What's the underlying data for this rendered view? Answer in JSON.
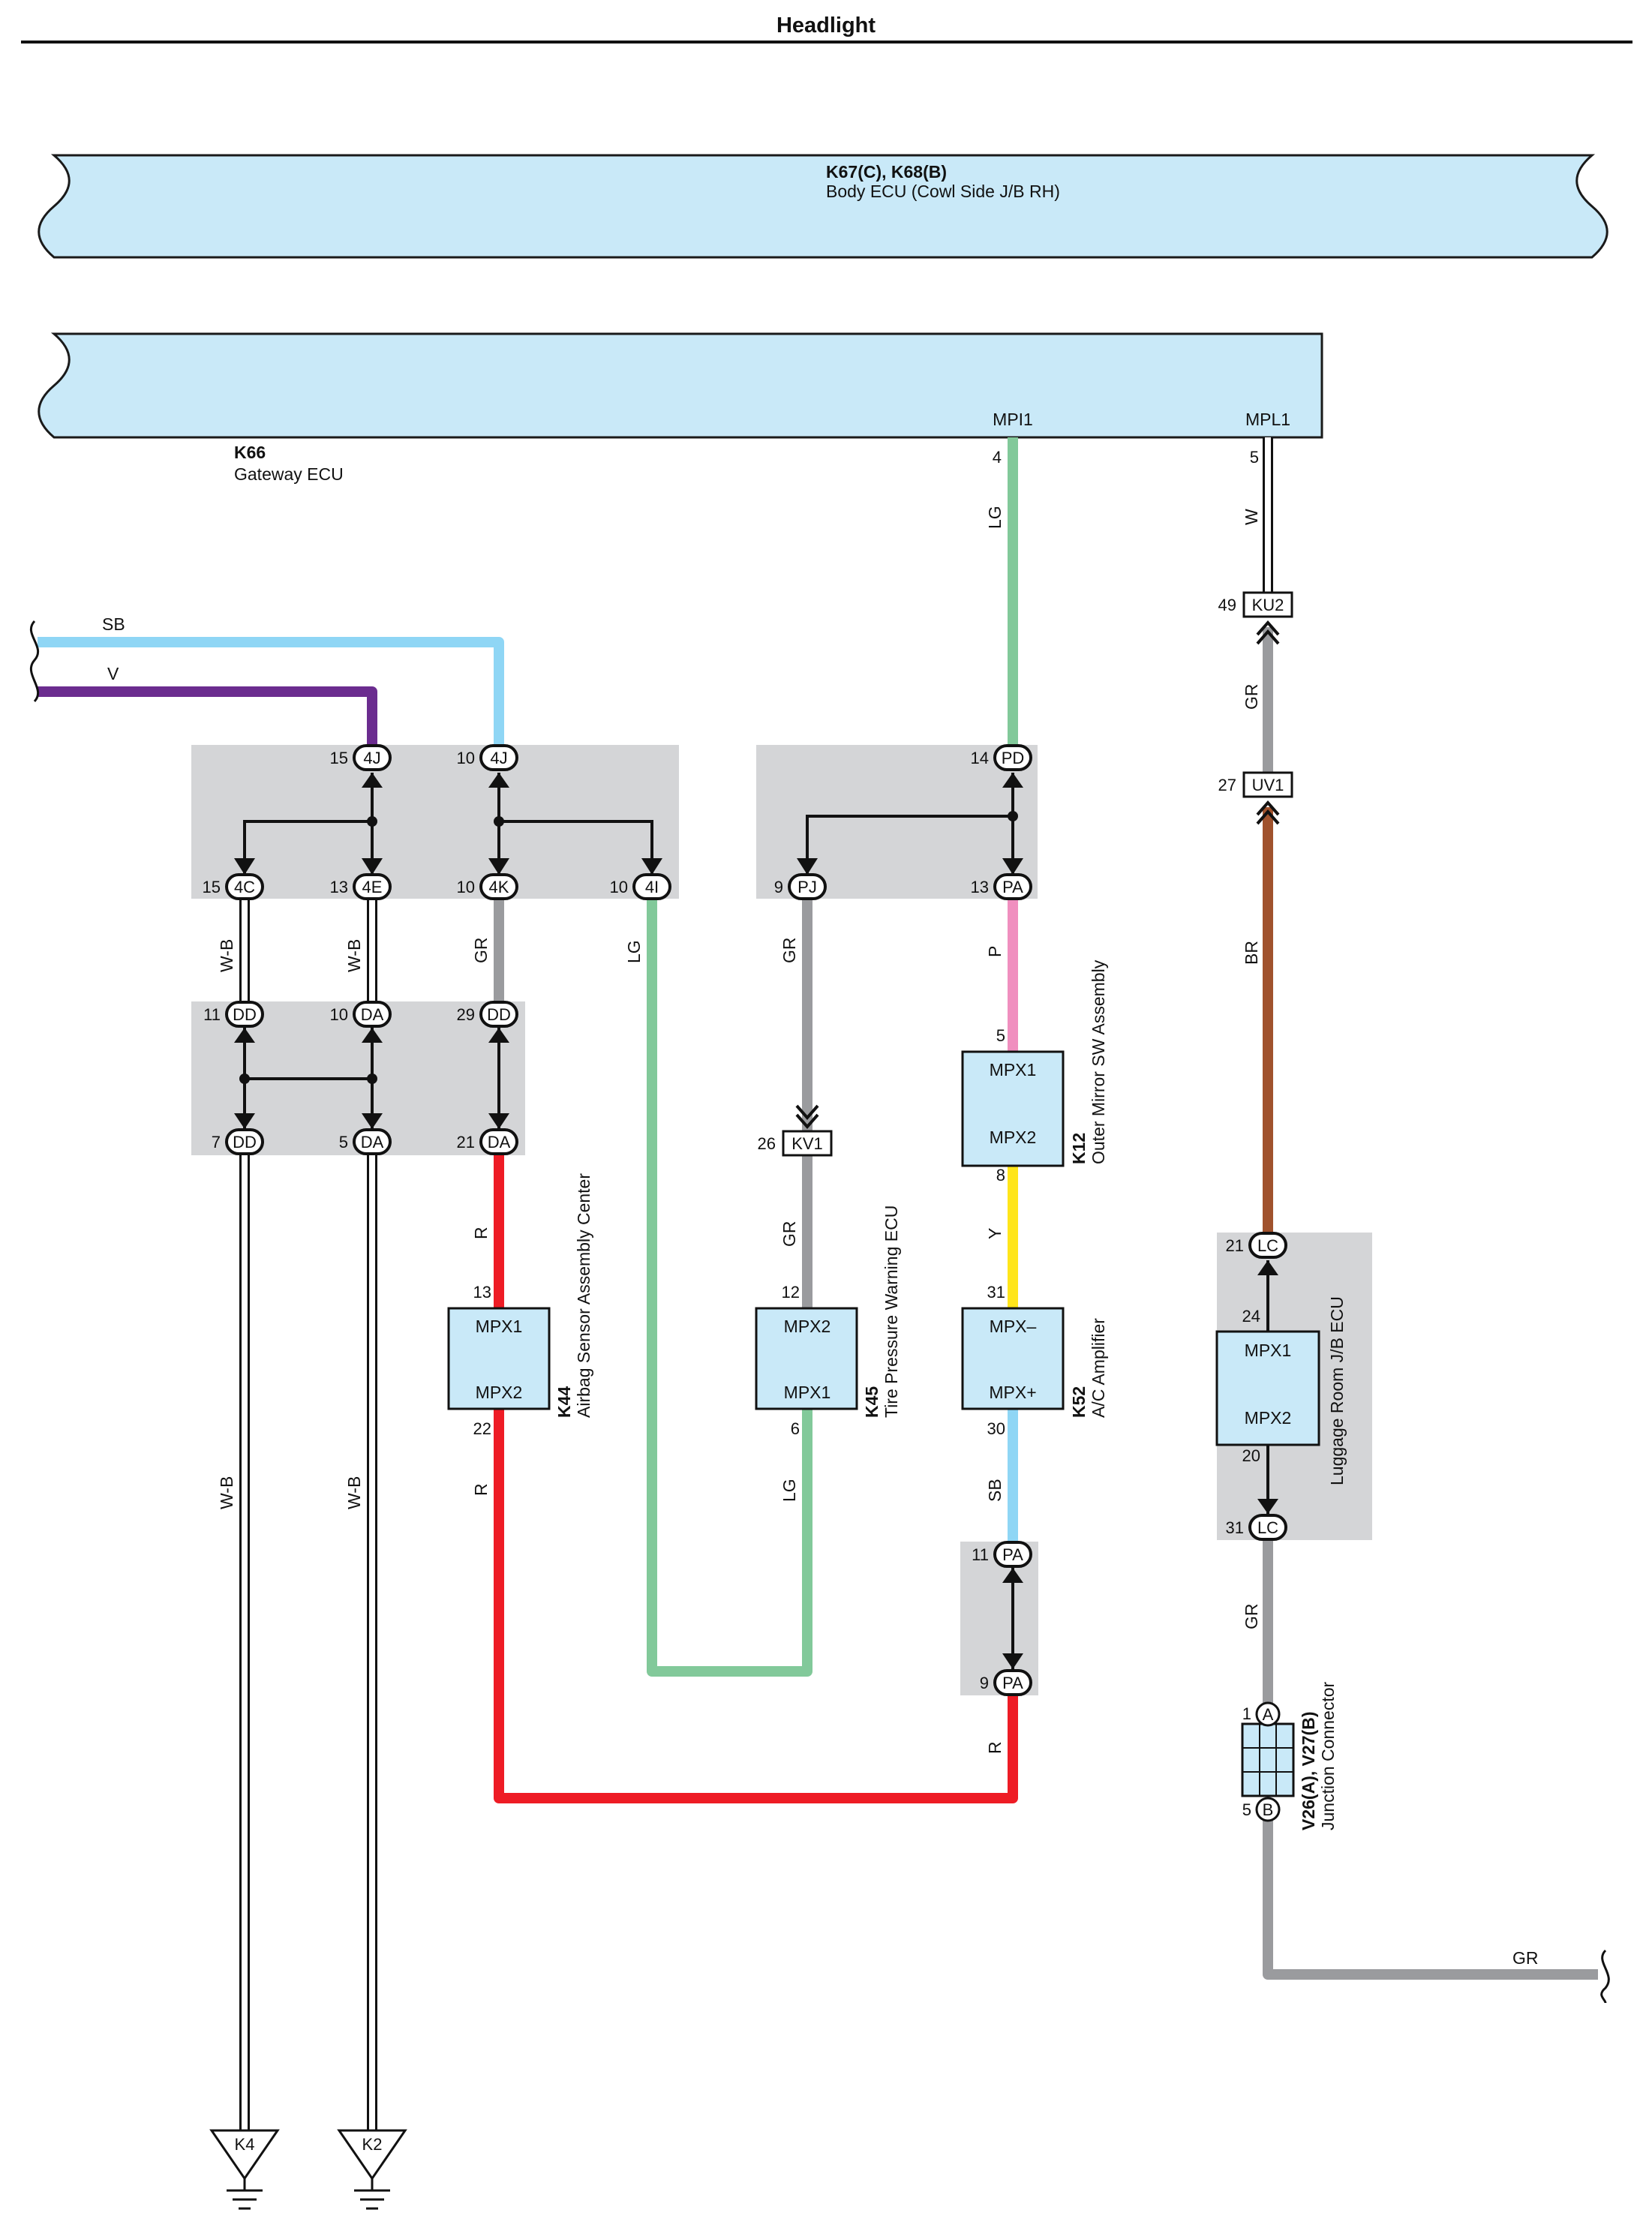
{
  "title": "Headlight",
  "colors": {
    "ecu_fill": "#c9e9f8",
    "ecu_stroke": "#1a1a1a",
    "junction_fill": "#d4d5d7",
    "wire_LG": "#82c99a",
    "wire_W": "#ffffff",
    "wire_GR": "#9a9b9e",
    "wire_BR": "#a0522d",
    "wire_SB": "#8fd6f5",
    "wire_V": "#6b2c8f",
    "wire_R": "#ee1c25",
    "wire_P": "#f08fbf",
    "wire_Y": "#ffe51a",
    "wire_WB": "#ffffff"
  },
  "body_ecu": {
    "code": "K67(C), K68(B)",
    "name": "Body ECU (Cowl Side J/B RH)"
  },
  "gateway": {
    "code": "K66",
    "name": "Gateway ECU",
    "terminal_mpi1": "MPI1",
    "terminal_mpl1": "MPL1",
    "pin_mpi1": "4",
    "pin_mpl1": "5"
  },
  "wires": {
    "sb_top": "SB",
    "v_top": "V",
    "lg_gw": "LG",
    "w_gw": "W",
    "gr_ku": "GR",
    "br": "BR",
    "wb1": "W-B",
    "wb2": "W-B",
    "gr_4k": "GR",
    "lg_4i": "LG",
    "gr_pj": "GR",
    "p_pa": "P",
    "r_da": "R",
    "gr_kv": "GR",
    "y": "Y",
    "gr_lc": "GR",
    "wb3": "W-B",
    "wb4": "W-B",
    "r_k44": "R",
    "lg_k45": "LG",
    "sb_k52": "SB",
    "r_pa": "R",
    "gr_bottom": "GR"
  },
  "connectors": {
    "c4j_a": "4J",
    "c4j_b": "4J",
    "c4c": "4C",
    "c4e": "4E",
    "c4k": "4K",
    "c4i": "4I",
    "cdd_top": "DD",
    "cda_top": "DA",
    "cdd29": "DD",
    "cdd_bot": "DD",
    "cda_bot": "DA",
    "cda21": "DA",
    "cpd": "PD",
    "cpj": "PJ",
    "cpa13": "PA",
    "ckv1": "KV1",
    "ckv1_pin": "26",
    "cku2": "KU2",
    "cku2_pin": "49",
    "cuv1": "UV1",
    "cuv1_pin": "27",
    "clc21": "LC",
    "clc31": "LC",
    "cpa11": "PA",
    "cpa9": "PA"
  },
  "pins": {
    "p15a": "15",
    "p10a": "10",
    "p15c": "15",
    "p13e": "13",
    "p10k": "10",
    "p10i": "10",
    "p11dd": "11",
    "p10da": "10",
    "p29dd": "29",
    "p7dd": "7",
    "p5da": "5",
    "p21da": "21",
    "p14pd": "14",
    "p9pj": "9",
    "p13pa": "13",
    "p21lc": "21",
    "p31lc": "31",
    "p11pa": "11",
    "p9pa": "9"
  },
  "k12": {
    "code": "K12",
    "name": "Outer Mirror SW Assembly",
    "t1": "MPX1",
    "t2": "MPX2",
    "pin_top": "5",
    "pin_bot": "8"
  },
  "k44": {
    "code": "K44",
    "name": "Airbag Sensor Assembly Center",
    "t1": "MPX1",
    "t2": "MPX2",
    "pin_top": "13",
    "pin_bot": "22"
  },
  "k45": {
    "code": "K45",
    "name": "Tire Pressure Warning ECU",
    "t1": "MPX2",
    "t2": "MPX1",
    "pin_top": "12",
    "pin_bot": "6"
  },
  "k52": {
    "code": "K52",
    "name": "A/C Amplifier",
    "t1": "MPX–",
    "t2": "MPX+",
    "pin_top": "31",
    "pin_bot": "30"
  },
  "luggage": {
    "name": "Luggage Room J/B ECU",
    "t1": "MPX1",
    "t2": "MPX2",
    "pin_top": "24",
    "pin_bot": "20"
  },
  "junction_connector": {
    "code": "V26(A), V27(B)",
    "name": "Junction Connector",
    "a": "A",
    "b": "B",
    "pin_a": "1",
    "pin_b": "5"
  },
  "grounds": {
    "g1": "K4",
    "g2": "K2"
  }
}
